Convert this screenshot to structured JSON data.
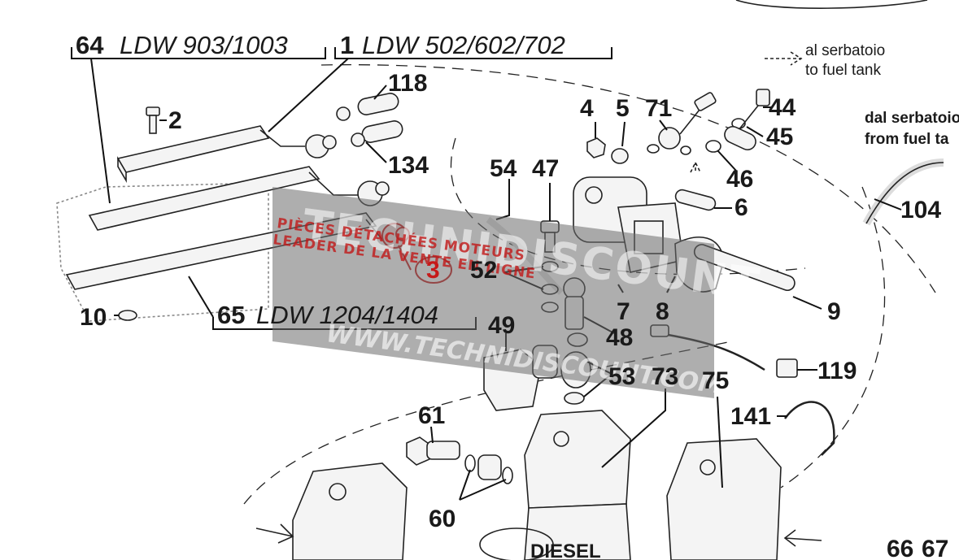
{
  "diagram": {
    "model_groups": [
      {
        "number": "64",
        "name": "LDW 903/1003"
      },
      {
        "number": "1",
        "name": "LDW 502/602/702"
      },
      {
        "number": "65",
        "name": "LDW 1204/1404"
      }
    ],
    "notes": {
      "to_tank_it": "al serbatoio",
      "to_tank_en": "to fuel tank",
      "from_tank_it": "dal serbatoio",
      "from_tank_en": "from fuel ta"
    },
    "callouts": {
      "p2": "2",
      "p3": "3",
      "p4": "4",
      "p5": "5",
      "p6": "6",
      "p7": "7",
      "p8": "8",
      "p9": "9",
      "p10": "10",
      "p44": "44",
      "p45": "45",
      "p46": "46",
      "p47": "47",
      "p48": "48",
      "p49": "49",
      "p52": "52",
      "p53": "53",
      "p54": "54",
      "p60": "60",
      "p61": "61",
      "p66": "66",
      "p67": "67",
      "p71": "71",
      "p73": "73",
      "p75": "75",
      "p104": "104",
      "p118": "118",
      "p119": "119",
      "p134": "134",
      "p141": "141"
    },
    "watermark": {
      "brand": "TECHNIDISCOUNT",
      "line1": "PIÈCES DÉTACHÉES MOTEURS",
      "line2": "LEADER DE LA VENTE EN LIGNE",
      "url": "WWW.TECHNIDISCOUNT.COM"
    },
    "filter_label": "DIESEL"
  }
}
